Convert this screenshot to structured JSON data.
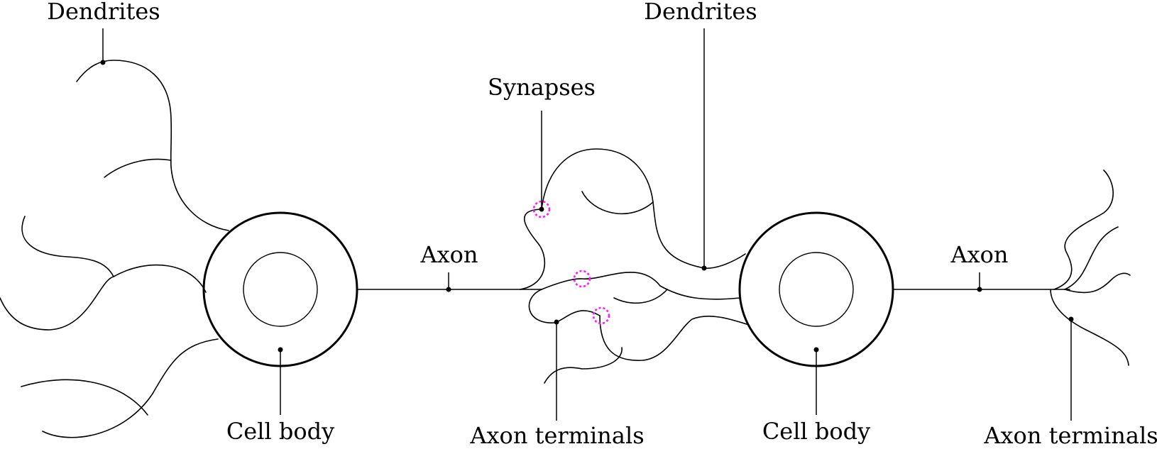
{
  "labels": {
    "dendrites_left": "Dendrites",
    "dendrites_right": "Dendrites",
    "synapses": "Synapses",
    "axon_left": "Axon",
    "axon_right": "Axon",
    "cell_body_left": "Cell body",
    "cell_body_right": "Cell body",
    "axon_terminals_left": "Axon terminals",
    "axon_terminals_right": "Axon terminals"
  },
  "colors": {
    "synapse_marker": "#ff1aff",
    "lines": "#000000"
  }
}
